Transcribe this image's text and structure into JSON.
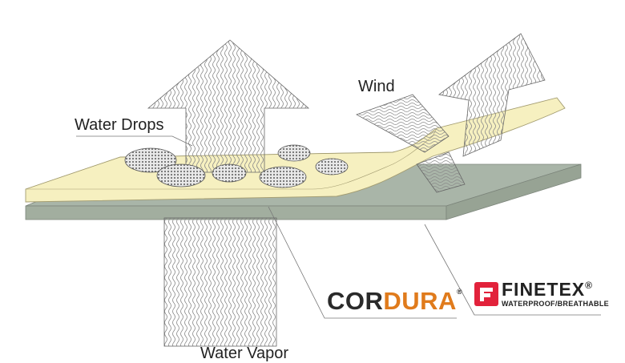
{
  "labels": {
    "wind": "Wind",
    "water_drops": "Water Drops",
    "water_vapor": "Water Vapor"
  },
  "brands": {
    "cordura": {
      "part1": "COR",
      "part2": "DURA",
      "mark": "®"
    },
    "finetex": {
      "name": "FINETEX",
      "mark": "®",
      "tagline": "WATERPROOF/BREATHABLE"
    }
  },
  "colors": {
    "membrane": "#f6f0c0",
    "base_layer": "#a9b5a8",
    "arrow_fill": "#ffffff",
    "cordura_orange": "#e07b1c",
    "finetex_red": "#e2223b"
  }
}
